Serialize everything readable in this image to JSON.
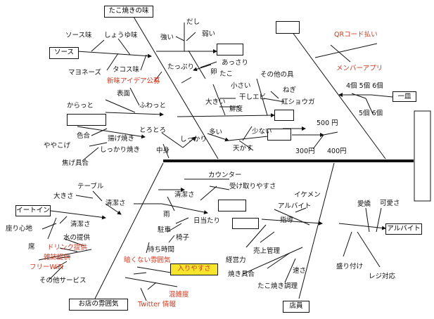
{
  "categories": {
    "taste": "たこ焼きの味",
    "sauce": "ソース",
    "staff": "店員",
    "atmosphere": "お店の雰囲気",
    "eatin": "イートイン",
    "parttime": "アルバイト",
    "ease_of_entry": "入りやすさ",
    "price": "一皿"
  },
  "labels": {
    "dashi": "だし",
    "strong": "強い",
    "weak": "弱い",
    "light": "あっさり",
    "plenty": "たっぷり",
    "egg": "卵",
    "sauce_flavor": "ソース味",
    "soy_flavor": "しょうゆ味",
    "mayo": "マヨネーズ",
    "takosu": "タコス味",
    "new_idea": "新味アイデア公募",
    "qr": "QRコード払い",
    "member_app": "メンバーアプリ",
    "tako": "たこ",
    "small": "小さい",
    "big": "大きい",
    "other_ingredients": "その他の具",
    "negi": "ねぎ",
    "dried_shrimp": "干しエビ",
    "red_ginger": "紅ショウガ",
    "freshness": "鮮度",
    "surface": "表面",
    "crispy": "からっと",
    "fluffy": "ふわっと",
    "many": "多い",
    "few": "少ない",
    "tenkasu": "天かす",
    "color": "色合",
    "slightly_burnt": "ややこげ",
    "fried": "揚げ焼き",
    "firm_fried": "しっかり焼き",
    "burnt": "焦げ具合",
    "gooey": "とろとろ",
    "firm": "しっかり",
    "inside": "中身",
    "four_five_six": "4個 5個 6個",
    "five_six": "5個 6個",
    "yen500": "500 円",
    "yen300": "300円",
    "yen400": "400円",
    "counter": "カウンター",
    "easy_receive": "受け取りやすさ",
    "cleanliness1": "清潔さ",
    "table": "テーブル",
    "size": "大きさ",
    "cleanliness2": "清潔さ",
    "cleanliness3": "清潔さ",
    "comfort": "座り心地",
    "water": "水の提供",
    "seats": "席",
    "drink": "ドリンク提供",
    "magazines": "雑誌提供",
    "wifi": "フリーWiFi",
    "other_service": "その他サービス",
    "rain": "雨",
    "sun": "日当たり",
    "parking": "駐車",
    "chair": "椅子",
    "wait_time": "待ち時間",
    "uninviting": "暗くない雰囲気",
    "crowded": "混雑度",
    "twitter": "Twitter 情報",
    "good_looking": "イケメン",
    "parttime_small": "アルバイト",
    "guidance": "指導",
    "management": "経営力",
    "sales_mgmt": "売上管理",
    "speed": "速さ",
    "grill_level": "焼き具合",
    "tako_skill": "たこ焼き調理",
    "charm": "愛嬌",
    "cute": "可愛さ",
    "plating": "盛り付け",
    "register": "レジ対応"
  }
}
